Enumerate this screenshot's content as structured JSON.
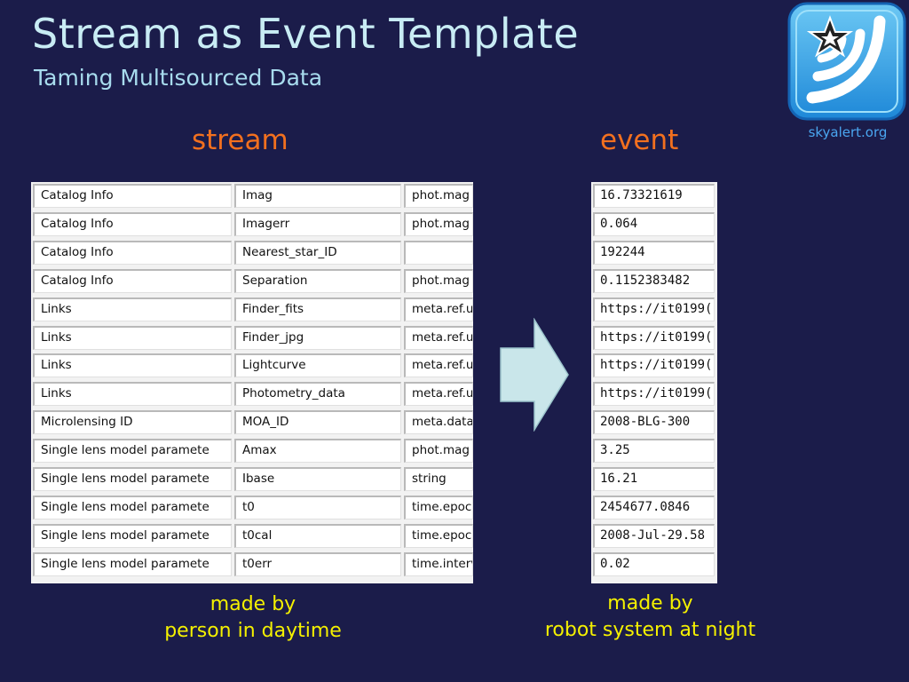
{
  "slide": {
    "title": "Stream as Event Template",
    "subtitle": "Taming Multisourced Data",
    "logo_caption": "skyalert.org"
  },
  "columns": {
    "stream_label": "stream",
    "event_label": "event"
  },
  "stream_rows": [
    {
      "group": "Catalog Info",
      "name": "Imag",
      "ucd": "phot.mag"
    },
    {
      "group": "Catalog Info",
      "name": "Imagerr",
      "ucd": "phot.mag"
    },
    {
      "group": "Catalog Info",
      "name": "Nearest_star_ID",
      "ucd": ""
    },
    {
      "group": "Catalog Info",
      "name": "Separation",
      "ucd": "phot.mag"
    },
    {
      "group": "Links",
      "name": "Finder_fits",
      "ucd": "meta.ref.url"
    },
    {
      "group": "Links",
      "name": "Finder_jpg",
      "ucd": "meta.ref.url"
    },
    {
      "group": "Links",
      "name": "Lightcurve",
      "ucd": "meta.ref.url"
    },
    {
      "group": "Links",
      "name": "Photometry_data",
      "ucd": "meta.ref.url"
    },
    {
      "group": "Microlensing ID",
      "name": "MOA_ID",
      "ucd": "meta.dataset"
    },
    {
      "group": "Single lens model paramete",
      "name": "Amax",
      "ucd": "phot.mag"
    },
    {
      "group": "Single lens model paramete",
      "name": "Ibase",
      "ucd": "string"
    },
    {
      "group": "Single lens model paramete",
      "name": "t0",
      "ucd": "time.epoch"
    },
    {
      "group": "Single lens model paramete",
      "name": "t0cal",
      "ucd": "time.epoch"
    },
    {
      "group": "Single lens model paramete",
      "name": "t0err",
      "ucd": "time.interval"
    }
  ],
  "event_values": [
    "16.73321619",
    "0.064",
    "192244",
    "0.1152383482",
    "https://it0199(",
    "https://it0199(",
    "https://it0199(",
    "https://it0199(",
    "2008-BLG-300",
    "3.25",
    "16.21",
    "2454677.0846",
    "2008-Jul-29.58",
    "0.02"
  ],
  "captions": {
    "left_line1": "made by",
    "left_line2": "person in daytime",
    "right_line1": "made by",
    "right_line2": "robot system at night"
  },
  "colors": {
    "background": "#1b1c4a",
    "title": "#c8ecf4",
    "column_heading": "#f2701f",
    "caption": "#f4f000",
    "arrow_fill": "#c9e6ea"
  },
  "icons": {
    "logo": "skyalert-logo-icon",
    "arrow": "arrow-right-icon"
  }
}
